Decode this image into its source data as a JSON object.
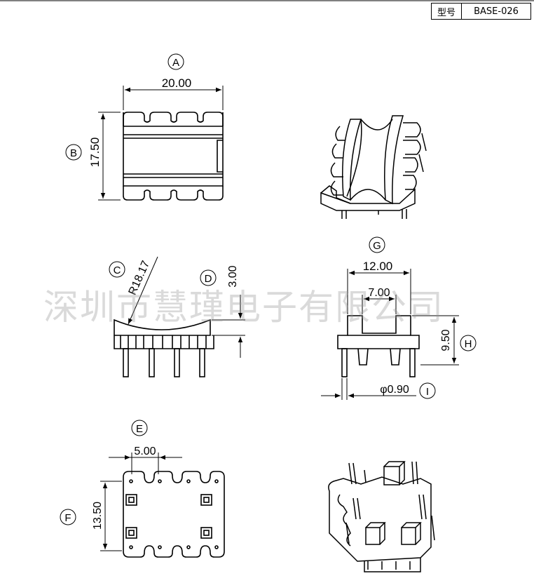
{
  "header": {
    "model_label": "型号",
    "model_value": "BASE-026"
  },
  "watermark": "深圳市慧瑾电子有限公司",
  "dimensions": {
    "A": {
      "ref": "A",
      "value": "20.00"
    },
    "B": {
      "ref": "B",
      "value": "17.50"
    },
    "C": {
      "ref": "C",
      "value": "R18.17"
    },
    "D": {
      "ref": "D",
      "value": "3.00"
    },
    "E": {
      "ref": "E",
      "value": "5.00"
    },
    "F": {
      "ref": "F",
      "value": "13.50"
    },
    "G": {
      "ref": "G",
      "value": "12.00"
    },
    "G2": {
      "value": "7.00"
    },
    "H": {
      "ref": "H",
      "value": "9.50"
    },
    "I": {
      "ref": "I",
      "value": "φ0.90"
    }
  }
}
